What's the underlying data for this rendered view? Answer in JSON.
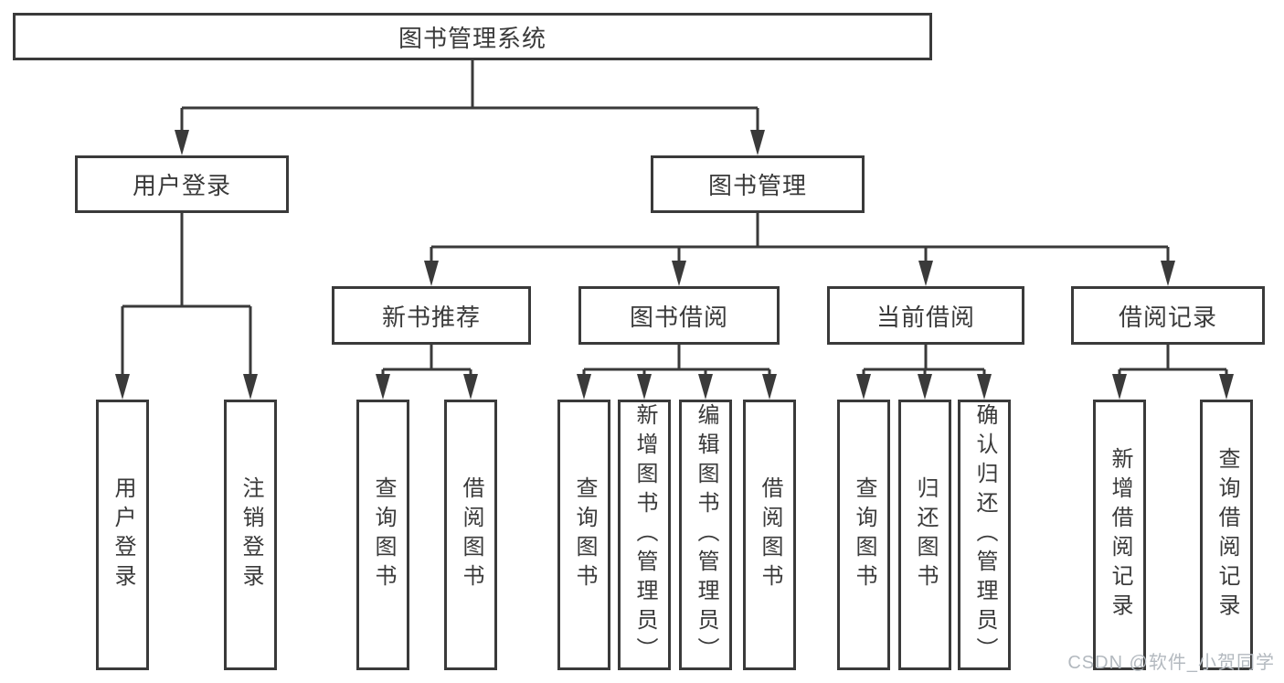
{
  "diagram": {
    "root": {
      "label": "图书管理系统"
    },
    "level2": [
      {
        "label": "用户登录"
      },
      {
        "label": "图书管理"
      }
    ],
    "level3": [
      {
        "label": "新书推荐"
      },
      {
        "label": "图书借阅"
      },
      {
        "label": "当前借阅"
      },
      {
        "label": "借阅记录"
      }
    ],
    "leaves": [
      {
        "label": "用户登录",
        "parent": "用户登录"
      },
      {
        "label": "注销登录",
        "parent": "用户登录"
      },
      {
        "label": "查询图书",
        "parent": "新书推荐"
      },
      {
        "label": "借阅图书",
        "parent": "新书推荐"
      },
      {
        "label": "查询图书",
        "parent": "图书借阅"
      },
      {
        "label": "新增图书（管理员）",
        "parent": "图书借阅"
      },
      {
        "label": "编辑图书（管理员）",
        "parent": "图书借阅"
      },
      {
        "label": "借阅图书",
        "parent": "图书借阅"
      },
      {
        "label": "查询图书",
        "parent": "当前借阅"
      },
      {
        "label": "归还图书",
        "parent": "当前借阅"
      },
      {
        "label": "确认归还（管理员）",
        "parent": "当前借阅"
      },
      {
        "label": "新增借阅记录",
        "parent": "借阅记录"
      },
      {
        "label": "查询借阅记录",
        "parent": "借阅记录"
      }
    ],
    "colors": {
      "line": "#3a3a3a",
      "text": "#3a3a3a",
      "background": "#ffffff",
      "watermark": "#b3b9bf"
    }
  },
  "watermark": {
    "text": "CSDN @软件_小贺同学"
  }
}
